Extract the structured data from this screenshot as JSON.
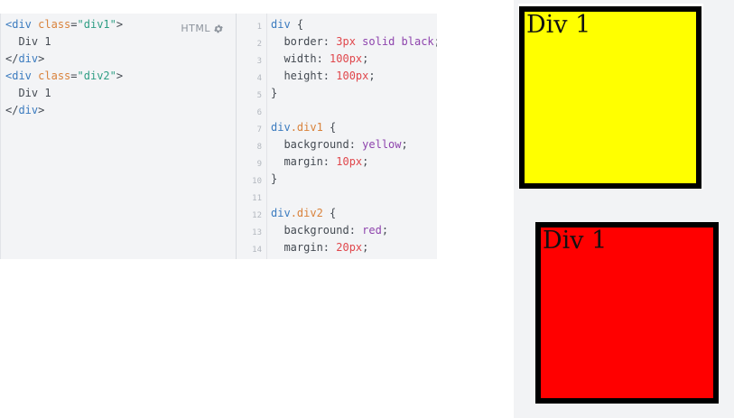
{
  "html_editor": {
    "label": "HTML",
    "lines": [
      [
        {
          "t": "<",
          "k": "tag"
        },
        {
          "t": "div",
          "k": "tag"
        },
        {
          "t": " ",
          "k": "plain"
        },
        {
          "t": "class",
          "k": "attr"
        },
        {
          "t": "=",
          "k": "plain"
        },
        {
          "t": "\"div1\"",
          "k": "str"
        },
        {
          "t": ">",
          "k": "plain"
        }
      ],
      [
        {
          "t": "  Div 1",
          "k": "plain"
        }
      ],
      [
        {
          "t": "</",
          "k": "plain"
        },
        {
          "t": "div",
          "k": "tag"
        },
        {
          "t": ">",
          "k": "plain"
        }
      ],
      [
        {
          "t": "<",
          "k": "tag"
        },
        {
          "t": "div",
          "k": "tag"
        },
        {
          "t": " ",
          "k": "plain"
        },
        {
          "t": "class",
          "k": "attr"
        },
        {
          "t": "=",
          "k": "plain"
        },
        {
          "t": "\"div2\"",
          "k": "str"
        },
        {
          "t": ">",
          "k": "plain"
        }
      ],
      [
        {
          "t": "  Div 1",
          "k": "plain"
        }
      ],
      [
        {
          "t": "</",
          "k": "plain"
        },
        {
          "t": "div",
          "k": "tag"
        },
        {
          "t": ">",
          "k": "plain"
        }
      ]
    ]
  },
  "css_editor": {
    "line_numbers": [
      "1",
      "2",
      "3",
      "4",
      "5",
      "6",
      "7",
      "8",
      "9",
      "10",
      "11",
      "12",
      "13",
      "14"
    ],
    "lines": [
      [
        {
          "t": "div",
          "k": "sel"
        },
        {
          "t": " {",
          "k": "plain"
        }
      ],
      [
        {
          "t": "  border: ",
          "k": "plain"
        },
        {
          "t": "3px",
          "k": "num"
        },
        {
          "t": " ",
          "k": "plain"
        },
        {
          "t": "solid",
          "k": "kw"
        },
        {
          "t": " ",
          "k": "plain"
        },
        {
          "t": "black",
          "k": "kw"
        },
        {
          "t": ";",
          "k": "plain"
        }
      ],
      [
        {
          "t": "  width: ",
          "k": "plain"
        },
        {
          "t": "100px",
          "k": "num"
        },
        {
          "t": ";",
          "k": "plain"
        }
      ],
      [
        {
          "t": "  height: ",
          "k": "plain"
        },
        {
          "t": "100px",
          "k": "num"
        },
        {
          "t": ";",
          "k": "plain"
        }
      ],
      [
        {
          "t": "}",
          "k": "plain"
        }
      ],
      [
        {
          "t": "",
          "k": "plain"
        }
      ],
      [
        {
          "t": "div",
          "k": "sel"
        },
        {
          "t": ".div1",
          "k": "cls"
        },
        {
          "t": " {",
          "k": "plain"
        }
      ],
      [
        {
          "t": "  background: ",
          "k": "plain"
        },
        {
          "t": "yellow",
          "k": "kw"
        },
        {
          "t": ";",
          "k": "plain"
        }
      ],
      [
        {
          "t": "  margin: ",
          "k": "plain"
        },
        {
          "t": "10px",
          "k": "num"
        },
        {
          "t": ";",
          "k": "plain"
        }
      ],
      [
        {
          "t": "}",
          "k": "plain"
        }
      ],
      [
        {
          "t": "",
          "k": "plain"
        }
      ],
      [
        {
          "t": "div",
          "k": "sel"
        },
        {
          "t": ".div2",
          "k": "cls"
        },
        {
          "t": " {",
          "k": "plain"
        }
      ],
      [
        {
          "t": "  background: ",
          "k": "plain"
        },
        {
          "t": "red",
          "k": "kw"
        },
        {
          "t": ";",
          "k": "plain"
        }
      ],
      [
        {
          "t": "  margin: ",
          "k": "plain"
        },
        {
          "t": "20px",
          "k": "num"
        },
        {
          "t": ";",
          "k": "plain"
        }
      ]
    ]
  },
  "preview": {
    "div1_text": "Div 1",
    "div2_text": "Div 1",
    "div1_color": "#ffff00",
    "div2_color": "#ff0000"
  },
  "icons": {
    "settings": "gear-icon"
  }
}
